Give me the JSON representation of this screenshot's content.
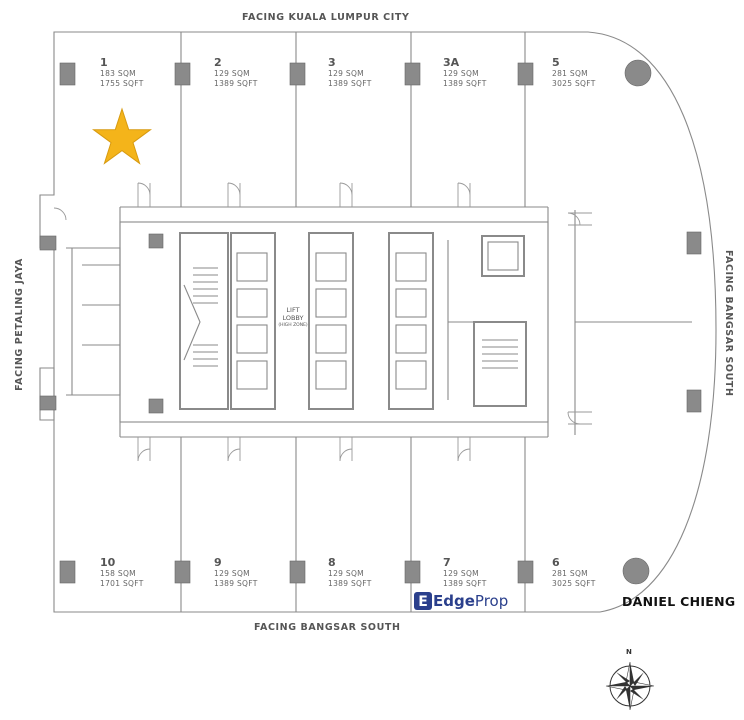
{
  "facing": {
    "top": "FACING KUALA LUMPUR CITY",
    "bottom": "FACING BANGSAR SOUTH",
    "left": "FACING PETALING JAYA",
    "right": "FACING BANGSAR SOUTH"
  },
  "units_top": [
    {
      "no": "1",
      "sqm": "183 SQM",
      "sqft": "1755 SQFT"
    },
    {
      "no": "2",
      "sqm": "129 SQM",
      "sqft": "1389 SQFT"
    },
    {
      "no": "3",
      "sqm": "129 SQM",
      "sqft": "1389 SQFT"
    },
    {
      "no": "3A",
      "sqm": "129 SQM",
      "sqft": "1389 SQFT"
    },
    {
      "no": "5",
      "sqm": "281 SQM",
      "sqft": "3025 SQFT"
    }
  ],
  "units_bottom": [
    {
      "no": "10",
      "sqm": "158 SQM",
      "sqft": "1701 SQFT"
    },
    {
      "no": "9",
      "sqm": "129 SQM",
      "sqft": "1389 SQFT"
    },
    {
      "no": "8",
      "sqm": "129 SQM",
      "sqft": "1389 SQFT"
    },
    {
      "no": "7",
      "sqm": "129 SQM",
      "sqft": "1389 SQFT"
    },
    {
      "no": "6",
      "sqm": "281 SQM",
      "sqft": "3025 SQFT"
    }
  ],
  "lift_lobby": {
    "line1": "LIFT",
    "line2": "LOBBY",
    "line3": "(HIGH ZONE)"
  },
  "watermark": {
    "brand_edge": "Edge",
    "brand_prop": "Prop"
  },
  "agent_name": "DANIEL CHIENG",
  "compass_label": "N",
  "highlight": "star-on-unit-1",
  "colors": {
    "wall": "#7a7a7a",
    "column": "#8a8a8a",
    "star": "#f4b41a",
    "brand": "#2a3f8c"
  }
}
